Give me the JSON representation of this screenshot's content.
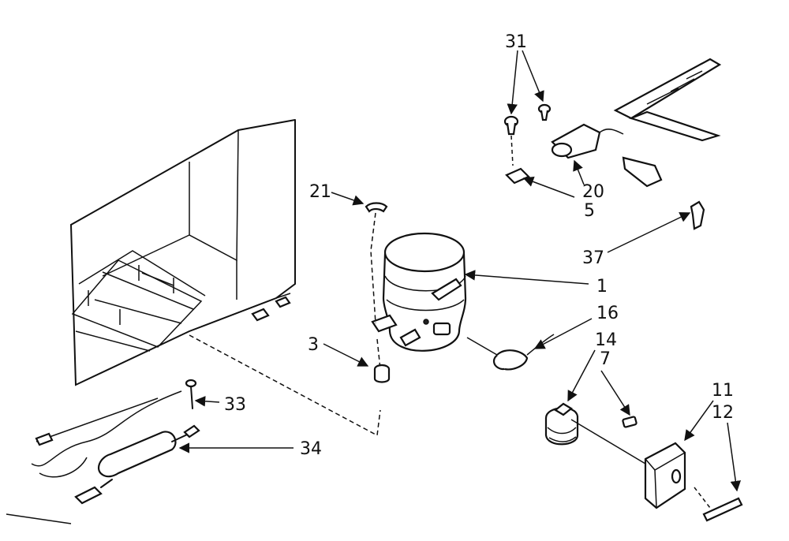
{
  "labels": {
    "l31": "31",
    "l20": "20",
    "l5": "5",
    "l21": "21",
    "l37": "37",
    "l1": "1",
    "l16": "16",
    "l14": "14",
    "l7": "7",
    "l3": "3",
    "l33": "33",
    "l34": "34",
    "l11": "11",
    "l12": "12"
  }
}
